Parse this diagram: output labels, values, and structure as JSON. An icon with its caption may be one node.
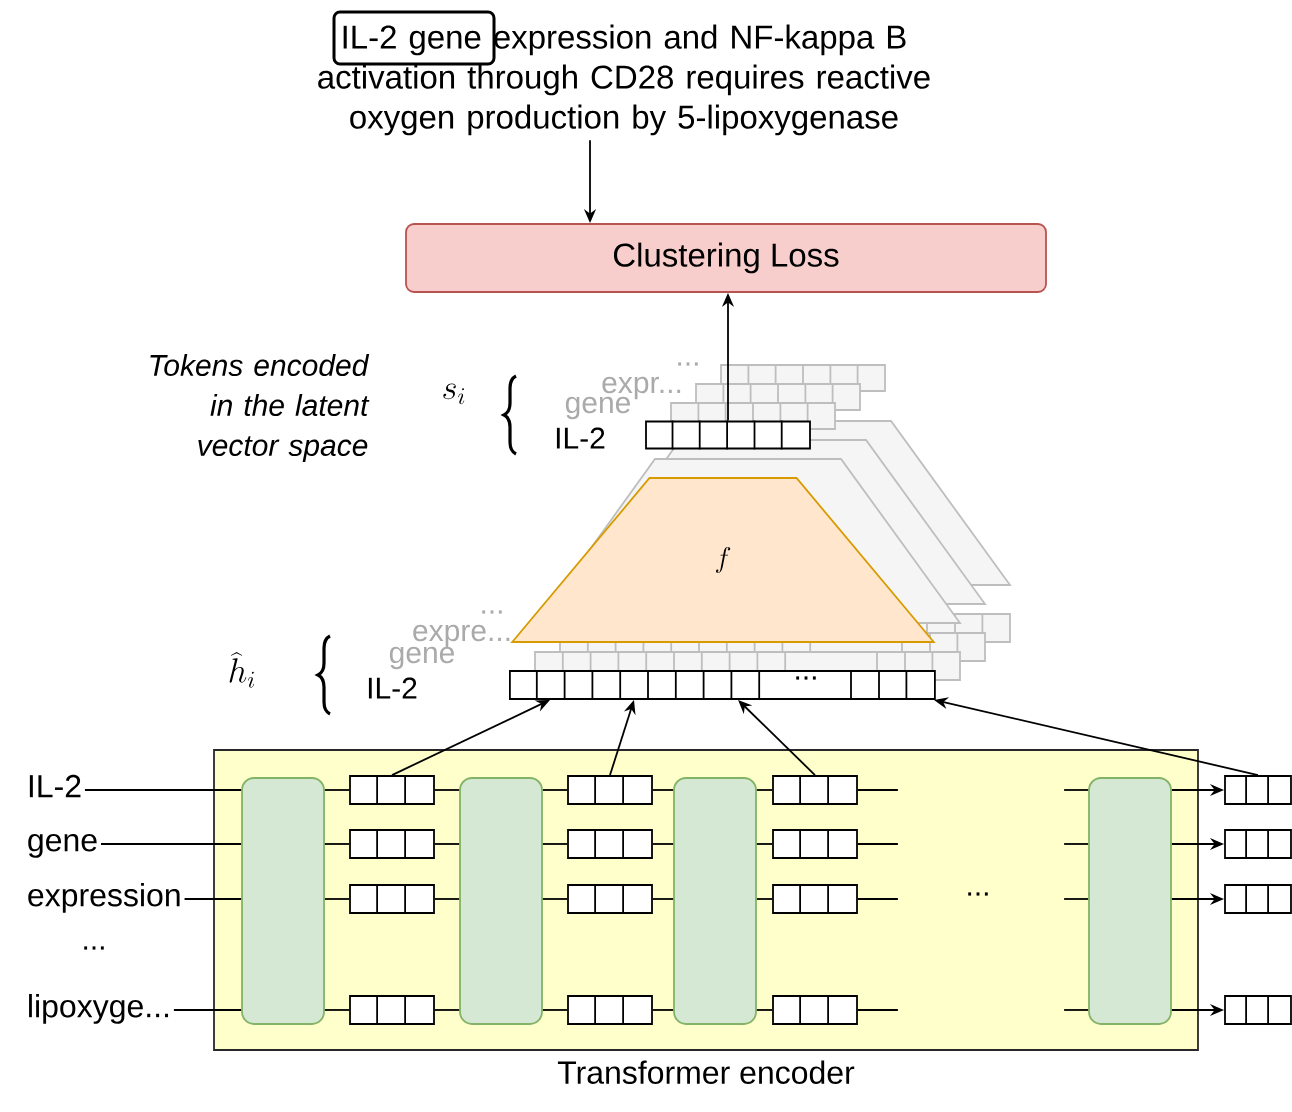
{
  "diagram": {
    "nodes": [
      {
        "text": [
          "IL-2 gene expression and NF-kappa B activation through CD28 requires reactive oxygen production by 5-lipoxygenase"
        ]
      },
      {
        "text": [
          "Clustering Loss"
        ]
      },
      {
        "text": [],
        "shape": "bar"
      },
      {
        "text": [
          "f"
        ]
      },
      {
        "text": [],
        "shape": "bar"
      },
      {
        "text": [
          "Transformer encoder"
        ]
      },
      {
        "text": [],
        "shape": "box",
        "in": 5
      },
      {
        "text": [],
        "shape": "box",
        "in": 5
      },
      {
        "text": [],
        "shape": "box",
        "in": 5
      },
      {
        "text": [],
        "shape": "box",
        "in": 5
      },
      {
        "text": [
          "IL-2"
        ]
      },
      {
        "text": [
          "gene"
        ]
      },
      {
        "text": [
          "expression"
        ]
      },
      {
        "text": [
          "lipoxyge..."
        ]
      },
      {
        "text": [],
        "shape": "bar",
        "in": 5
      },
      {
        "text": [],
        "shape": "bar",
        "in": 5
      },
      {
        "text": [],
        "shape": "bar",
        "in": 5
      },
      {
        "text": [],
        "shape": "bar",
        "in": 5
      },
      {
        "text": [],
        "shape": "bar",
        "in": 5
      },
      {
        "text": [],
        "shape": "bar",
        "in": 5
      },
      {
        "text": [],
        "shape": "bar",
        "in": 5
      },
      {
        "text": [],
        "shape": "bar",
        "in": 5
      },
      {
        "text": [],
        "shape": "bar",
        "in": 5
      },
      {
        "text": [],
        "shape": "bar",
        "in": 5
      },
      {
        "text": [],
        "shape": "bar",
        "in": 5
      },
      {
        "text": [],
        "shape": "bar",
        "in": 5
      },
      {
        "text": [],
        "shape": "bar"
      },
      {
        "text": [],
        "shape": "bar"
      },
      {
        "text": [],
        "shape": "bar"
      },
      {
        "text": [],
        "shape": "bar"
      }
    ],
    "edges": [
      {
        "from": 0,
        "to": 1,
        "arrow": "to"
      },
      {
        "from": 2,
        "to": 1,
        "arrow": "to"
      },
      {
        "from": 10,
        "to": 6,
        "arrow": "none"
      },
      {
        "from": 6,
        "to": 14,
        "arrow": "none"
      },
      {
        "from": 14,
        "to": 7,
        "arrow": "none"
      },
      {
        "from": 7,
        "to": 18,
        "arrow": "none"
      },
      {
        "from": 18,
        "to": 8,
        "arrow": "none"
      },
      {
        "from": 8,
        "to": 22,
        "arrow": "none"
      },
      {
        "from": 22,
        "to": null,
        "arrow": "none"
      },
      {
        "from": null,
        "to": 9,
        "arrow": "none"
      },
      {
        "from": 9,
        "to": 26,
        "arrow": "to"
      },
      {
        "from": 11,
        "to": 6,
        "arrow": "none"
      },
      {
        "from": 6,
        "to": 15,
        "arrow": "none"
      },
      {
        "from": 15,
        "to": 7,
        "arrow": "none"
      },
      {
        "from": 7,
        "to": 19,
        "arrow": "none"
      },
      {
        "from": 19,
        "to": 8,
        "arrow": "none"
      },
      {
        "from": 8,
        "to": 23,
        "arrow": "none"
      },
      {
        "from": 23,
        "to": null,
        "arrow": "none"
      },
      {
        "from": null,
        "to": 9,
        "arrow": "none"
      },
      {
        "from": 9,
        "to": 27,
        "arrow": "to"
      },
      {
        "from": 12,
        "to": 6,
        "arrow": "none"
      },
      {
        "from": 6,
        "to": 16,
        "arrow": "none"
      },
      {
        "from": 16,
        "to": 7,
        "arrow": "none"
      },
      {
        "from": 7,
        "to": 20,
        "arrow": "none"
      },
      {
        "from": 20,
        "to": 8,
        "arrow": "none"
      },
      {
        "from": 8,
        "to": 24,
        "arrow": "none"
      },
      {
        "from": 24,
        "to": null,
        "arrow": "none"
      },
      {
        "from": null,
        "to": 9,
        "arrow": "none"
      },
      {
        "from": 9,
        "to": 28,
        "arrow": "to"
      },
      {
        "from": 13,
        "to": 6,
        "arrow": "none"
      },
      {
        "from": 6,
        "to": 17,
        "arrow": "none"
      },
      {
        "from": 17,
        "to": 7,
        "arrow": "none"
      },
      {
        "from": 7,
        "to": 21,
        "arrow": "none"
      },
      {
        "from": 21,
        "to": 8,
        "arrow": "none"
      },
      {
        "from": 8,
        "to": 25,
        "arrow": "none"
      },
      {
        "from": 25,
        "to": null,
        "arrow": "none"
      },
      {
        "from": null,
        "to": 9,
        "arrow": "none"
      },
      {
        "from": 9,
        "to": 29,
        "arrow": "to"
      },
      {
        "from": 14,
        "to": 4,
        "arrow": "to"
      },
      {
        "from": 18,
        "to": 4,
        "arrow": "to"
      },
      {
        "from": 22,
        "to": 4,
        "arrow": "to"
      },
      {
        "from": 26,
        "to": 4,
        "arrow": "to"
      }
    ],
    "labels": [
      "Tokens encoded in the latent vector space",
      "s_i",
      "...",
      "expr...",
      "gene",
      "IL-2",
      "\\widehat{h}_i",
      "...",
      "expre...",
      "gene",
      "IL-2",
      "...",
      "...",
      "..."
    ]
  }
}
